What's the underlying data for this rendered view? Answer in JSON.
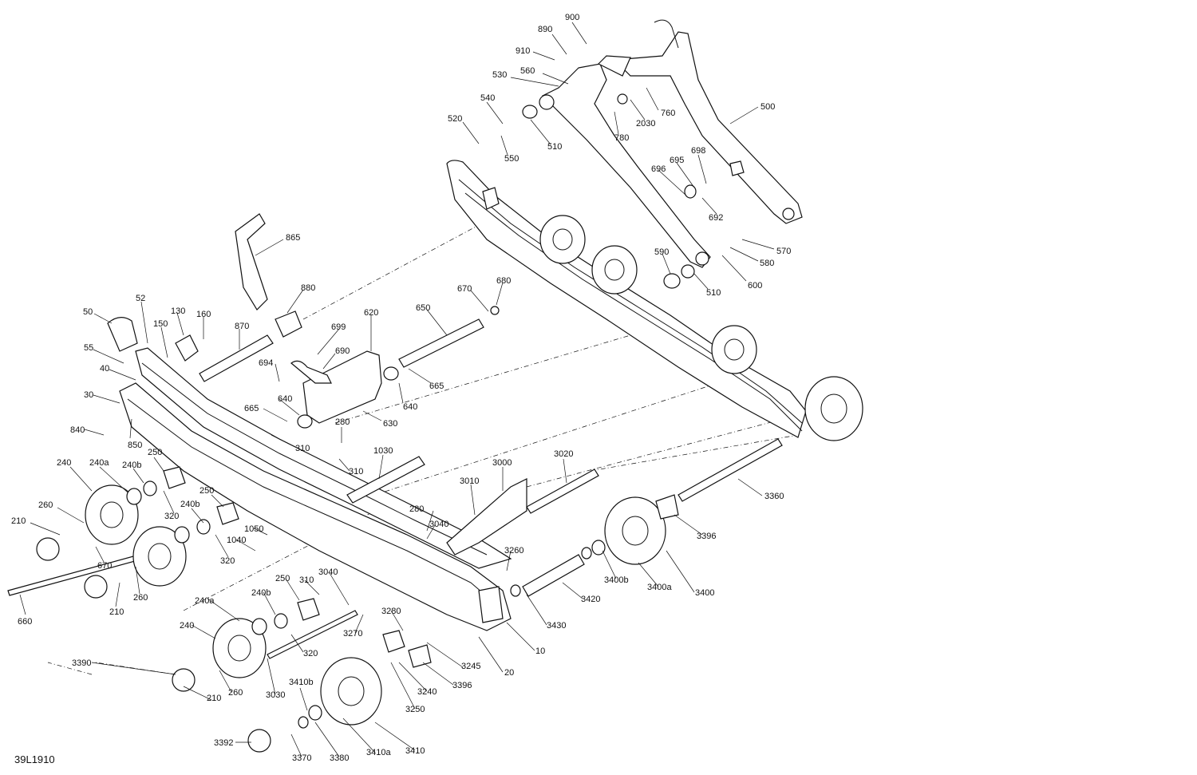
{
  "diagram_code": "39L1910",
  "callouts": [
    {
      "id": "900",
      "text": "900"
    },
    {
      "id": "890",
      "text": "890"
    },
    {
      "id": "910",
      "text": "910"
    },
    {
      "id": "530",
      "text": "530"
    },
    {
      "id": "560",
      "text": "560"
    },
    {
      "id": "540",
      "text": "540"
    },
    {
      "id": "520",
      "text": "520"
    },
    {
      "id": "550",
      "text": "550"
    },
    {
      "id": "510a",
      "text": "510"
    },
    {
      "id": "780",
      "text": "780"
    },
    {
      "id": "2030",
      "text": "2030"
    },
    {
      "id": "760",
      "text": "760"
    },
    {
      "id": "500",
      "text": "500"
    },
    {
      "id": "698",
      "text": "698"
    },
    {
      "id": "695",
      "text": "695"
    },
    {
      "id": "696",
      "text": "696"
    },
    {
      "id": "692",
      "text": "692"
    },
    {
      "id": "570",
      "text": "570"
    },
    {
      "id": "580",
      "text": "580"
    },
    {
      "id": "590",
      "text": "590"
    },
    {
      "id": "600",
      "text": "600"
    },
    {
      "id": "510b",
      "text": "510"
    },
    {
      "id": "865",
      "text": "865"
    },
    {
      "id": "880",
      "text": "880"
    },
    {
      "id": "680",
      "text": "680"
    },
    {
      "id": "670a",
      "text": "670"
    },
    {
      "id": "650",
      "text": "650"
    },
    {
      "id": "620",
      "text": "620"
    },
    {
      "id": "699",
      "text": "699"
    },
    {
      "id": "690",
      "text": "690"
    },
    {
      "id": "694",
      "text": "694"
    },
    {
      "id": "870",
      "text": "870"
    },
    {
      "id": "50",
      "text": "50"
    },
    {
      "id": "52",
      "text": "52"
    },
    {
      "id": "130",
      "text": "130"
    },
    {
      "id": "160",
      "text": "160"
    },
    {
      "id": "150",
      "text": "150"
    },
    {
      "id": "55",
      "text": "55"
    },
    {
      "id": "40",
      "text": "40"
    },
    {
      "id": "30",
      "text": "30"
    },
    {
      "id": "840",
      "text": "840"
    },
    {
      "id": "850",
      "text": "850"
    },
    {
      "id": "665a",
      "text": "665"
    },
    {
      "id": "640a",
      "text": "640"
    },
    {
      "id": "640b",
      "text": "640"
    },
    {
      "id": "665b",
      "text": "665"
    },
    {
      "id": "630",
      "text": "630"
    },
    {
      "id": "280a",
      "text": "280"
    },
    {
      "id": "310a",
      "text": "310"
    },
    {
      "id": "310b",
      "text": "310"
    },
    {
      "id": "1030",
      "text": "1030"
    },
    {
      "id": "3000",
      "text": "3000"
    },
    {
      "id": "3020",
      "text": "3020"
    },
    {
      "id": "3010",
      "text": "3010"
    },
    {
      "id": "240a1",
      "text": "240"
    },
    {
      "id": "240a_1",
      "text": "240a"
    },
    {
      "id": "240b_1",
      "text": "240b"
    },
    {
      "id": "250a",
      "text": "250"
    },
    {
      "id": "260a",
      "text": "260"
    },
    {
      "id": "210a",
      "text": "210"
    },
    {
      "id": "320a",
      "text": "320"
    },
    {
      "id": "240b_2",
      "text": "240b"
    },
    {
      "id": "250b",
      "text": "250"
    },
    {
      "id": "1050",
      "text": "1050"
    },
    {
      "id": "1040",
      "text": "1040"
    },
    {
      "id": "320b",
      "text": "320"
    },
    {
      "id": "670b",
      "text": "670"
    },
    {
      "id": "260b",
      "text": "260"
    },
    {
      "id": "210b",
      "text": "210"
    },
    {
      "id": "660",
      "text": "660"
    },
    {
      "id": "240a_2",
      "text": "240a"
    },
    {
      "id": "240b_3",
      "text": "240b"
    },
    {
      "id": "250c",
      "text": "250"
    },
    {
      "id": "310c",
      "text": "310"
    },
    {
      "id": "3040a",
      "text": "3040"
    },
    {
      "id": "280b",
      "text": "280"
    },
    {
      "id": "3040b",
      "text": "3040"
    },
    {
      "id": "3260",
      "text": "3260"
    },
    {
      "id": "3360",
      "text": "3360"
    },
    {
      "id": "3396a",
      "text": "3396"
    },
    {
      "id": "3400b",
      "text": "3400b"
    },
    {
      "id": "3400a",
      "text": "3400a"
    },
    {
      "id": "3400",
      "text": "3400"
    },
    {
      "id": "3420",
      "text": "3420"
    },
    {
      "id": "3430",
      "text": "3430"
    },
    {
      "id": "10",
      "text": "10"
    },
    {
      "id": "20",
      "text": "20"
    },
    {
      "id": "3245",
      "text": "3245"
    },
    {
      "id": "3280",
      "text": "3280"
    },
    {
      "id": "3270",
      "text": "3270"
    },
    {
      "id": "240b1",
      "text": "240"
    },
    {
      "id": "320c",
      "text": "320"
    },
    {
      "id": "3390",
      "text": "3390"
    },
    {
      "id": "210c",
      "text": "210"
    },
    {
      "id": "260c",
      "text": "260"
    },
    {
      "id": "3030",
      "text": "3030"
    },
    {
      "id": "3240",
      "text": "3240"
    },
    {
      "id": "3396b",
      "text": "3396"
    },
    {
      "id": "3250",
      "text": "3250"
    },
    {
      "id": "3410b",
      "text": "3410b"
    },
    {
      "id": "3410a",
      "text": "3410a"
    },
    {
      "id": "3410",
      "text": "3410"
    },
    {
      "id": "3380",
      "text": "3380"
    },
    {
      "id": "3370",
      "text": "3370"
    },
    {
      "id": "3392",
      "text": "3392"
    }
  ]
}
